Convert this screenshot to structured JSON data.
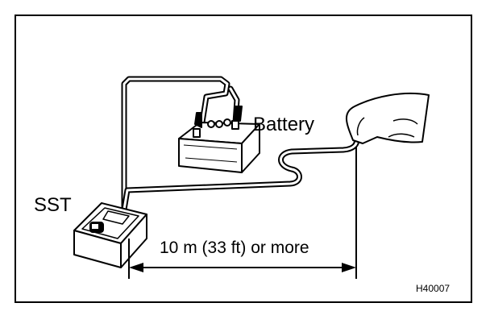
{
  "labels": {
    "battery": "Battery",
    "sst": "SST",
    "distance": "10 m (33 ft) or more",
    "figure_code": "H40007"
  },
  "colors": {
    "ink": "#000000",
    "paper": "#ffffff"
  },
  "icons": {
    "battery": "car-battery-icon",
    "sst": "tester-unit-icon",
    "hand": "pointing-hand-icon"
  }
}
